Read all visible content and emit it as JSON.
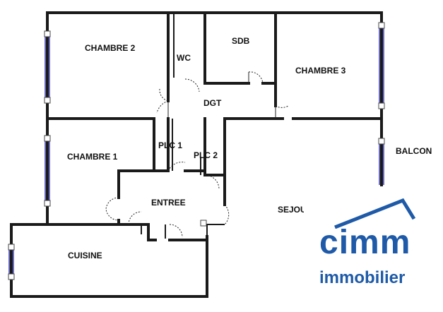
{
  "rooms": {
    "chambre2": "CHAMBRE 2",
    "wc": "WC",
    "sdb": "SDB",
    "chambre3": "CHAMBRE 3",
    "dgt": "DGT",
    "plc1": "PLC 1",
    "plc2": "PLC 2",
    "chambre1": "CHAMBRE 1",
    "balcon": "BALCON",
    "entree": "ENTREE",
    "sejour": "SEJOUR",
    "cuisine": "CUISINE"
  },
  "logo": {
    "brand": "cimm",
    "subtitle": "immobilier",
    "color": "#1e5aa8"
  },
  "colors": {
    "wall": "#1a1a1a",
    "window": "#3a3ab0"
  }
}
